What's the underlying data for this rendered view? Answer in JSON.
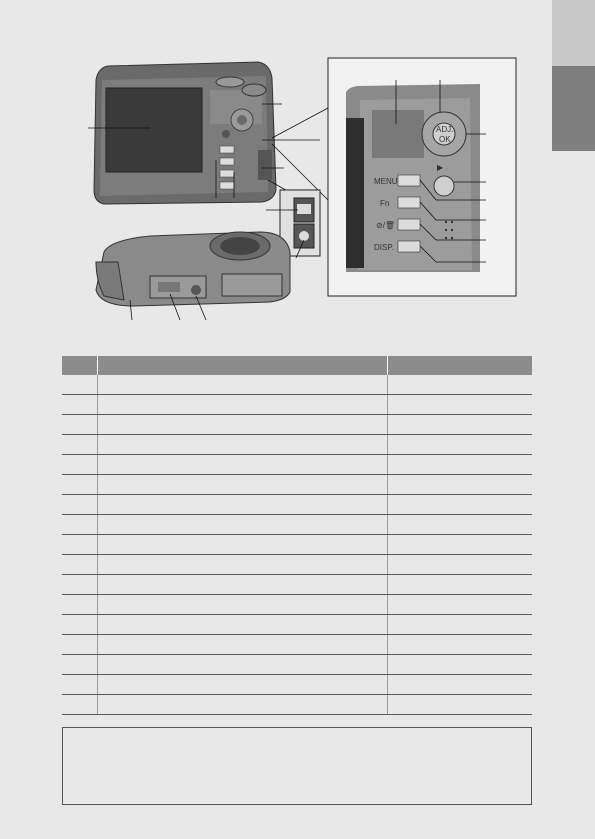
{
  "figure": {
    "button_labels": {
      "menu": "MENU",
      "fn": "Fn",
      "delete": "⊘/🗑",
      "disp": "DISP.",
      "adj": "ADJ.",
      "ok": "OK",
      "play": "▶"
    }
  },
  "table": {
    "row_count": 17
  },
  "colors": {
    "page_bg": "#e8e8e8",
    "header_bg": "#8c8c8c",
    "tab_light": "#c8c8c8",
    "tab_dark": "#7f7f7f"
  }
}
